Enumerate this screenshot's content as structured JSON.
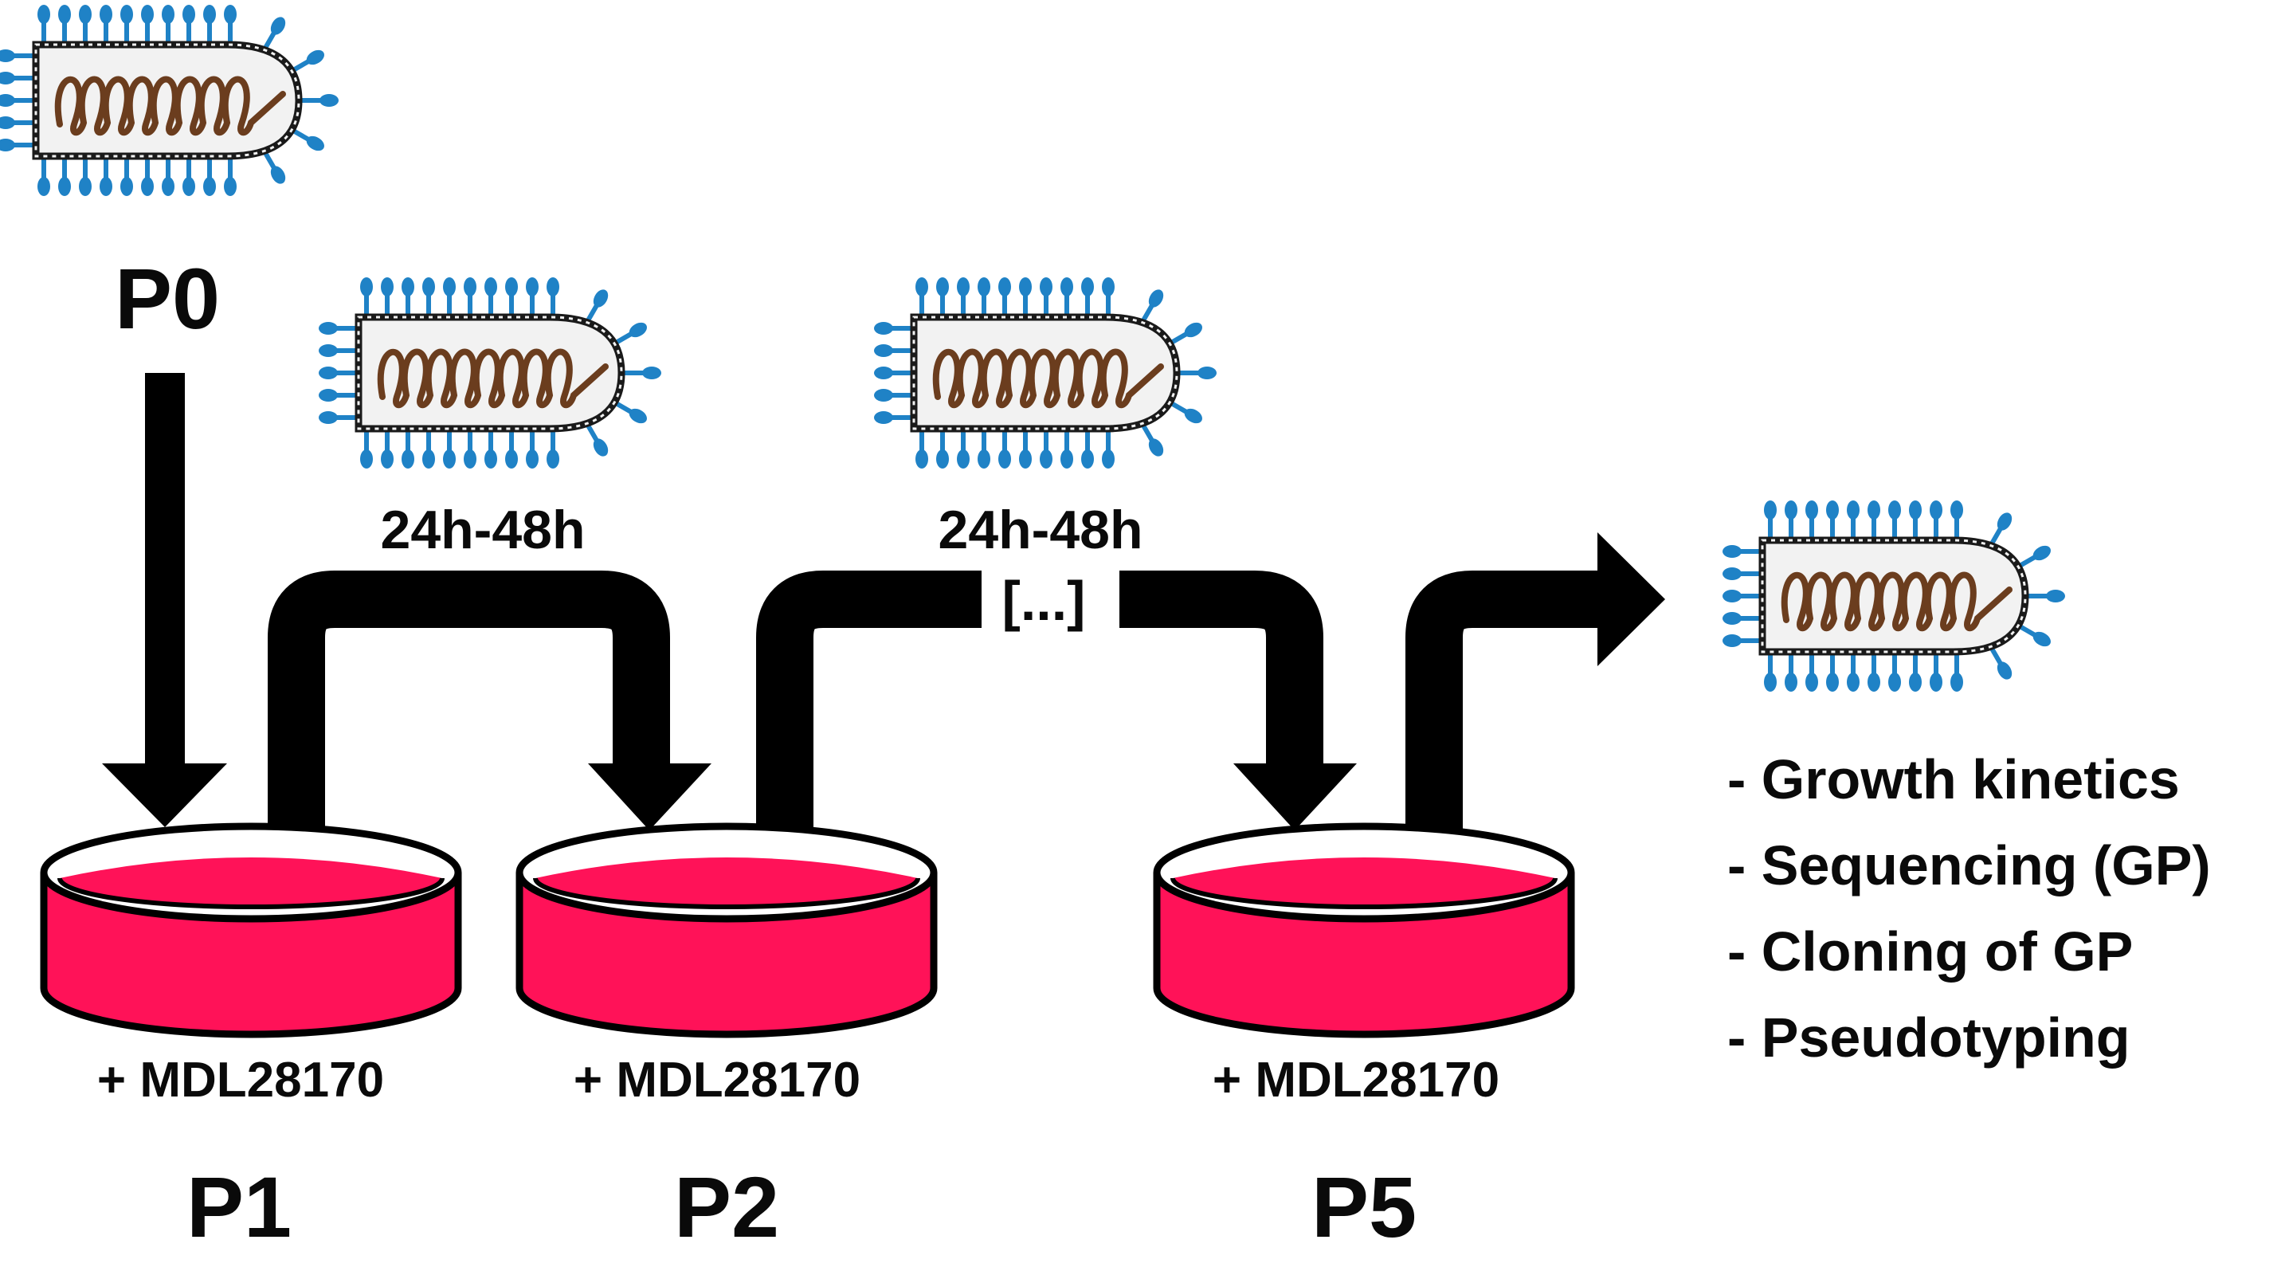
{
  "colors": {
    "virus_spike": "#1f82c6",
    "virus_envelope": "#1a1a1a",
    "virus_core": "#f2f2f2",
    "virus_genome": "#6b3d1e",
    "arrow": "#000000",
    "medium": "#ff1258",
    "dish_outline": "#000000"
  },
  "icons": {
    "virion": "virion-icon",
    "dish": "culture-dish-icon"
  },
  "passages": {
    "p0": "P0",
    "p1": "P1",
    "p2": "P2",
    "p5": "P5"
  },
  "treatment": "+ MDL28170",
  "interval": "24h-48h",
  "ellipsis": "[...]",
  "analyses": [
    "- Growth kinetics",
    "- Sequencing (GP)",
    "- Cloning of GP",
    "- Pseudotyping"
  ]
}
